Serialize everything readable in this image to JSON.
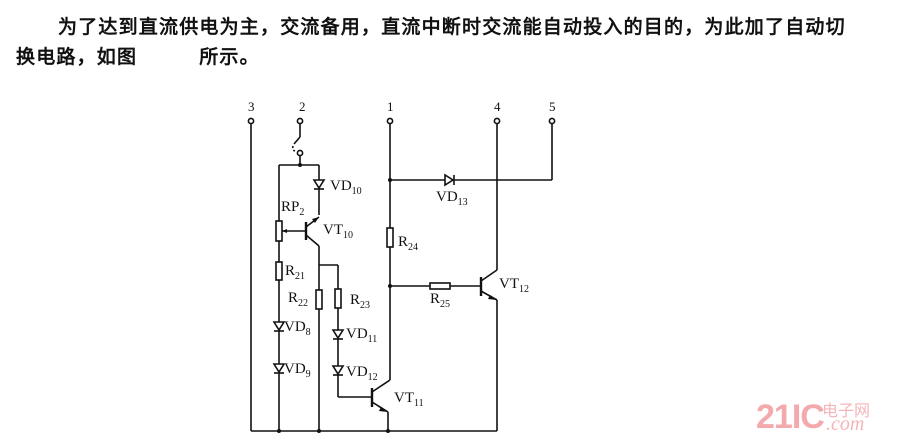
{
  "text": {
    "line1": "为了达到直流供电为主，交流备用，直流中断时交流能自动投入的目的，为此加了自动切",
    "line2_a": "换电路，如图",
    "line2_b": "所示。"
  },
  "diagram": {
    "terminals": [
      "3",
      "2",
      "1",
      "4",
      "5"
    ],
    "components": {
      "VD10": {
        "name": "VD",
        "sub": "10"
      },
      "RP2": {
        "name": "RP",
        "sub": "2"
      },
      "VT10": {
        "name": "VT",
        "sub": "10"
      },
      "R21": {
        "name": "R",
        "sub": "21"
      },
      "R22": {
        "name": "R",
        "sub": "22"
      },
      "R23": {
        "name": "R",
        "sub": "23"
      },
      "VD8": {
        "name": "VD",
        "sub": "8"
      },
      "VD9": {
        "name": "VD",
        "sub": "9"
      },
      "VD11": {
        "name": "VD",
        "sub": "11"
      },
      "VD12": {
        "name": "VD",
        "sub": "12"
      },
      "VT11": {
        "name": "VT",
        "sub": "11"
      },
      "VD13": {
        "name": "VD",
        "sub": "13"
      },
      "R24": {
        "name": "R",
        "sub": "24"
      },
      "R25": {
        "name": "R",
        "sub": "25"
      },
      "VT12": {
        "name": "VT",
        "sub": "12"
      }
    }
  },
  "watermark": {
    "brand": "21IC",
    "cn": "电子网",
    "domain": ".com"
  }
}
